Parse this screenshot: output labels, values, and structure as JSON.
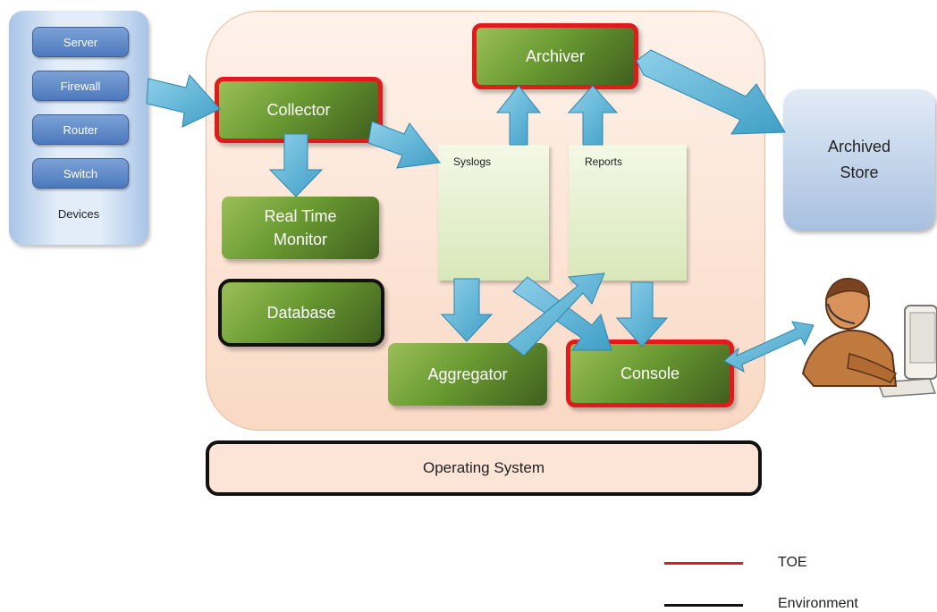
{
  "devices": {
    "items": [
      "Server",
      "Firewall",
      "Router",
      "Switch"
    ],
    "label": "Devices"
  },
  "components": {
    "collector": "Collector",
    "archiver": "Archiver",
    "realtime_line1": "Real Time",
    "realtime_line2": "Monitor",
    "database": "Database",
    "aggregator": "Aggregator",
    "console": "Console"
  },
  "documents": {
    "syslogs": "Syslogs",
    "reports": "Reports"
  },
  "archived_store": {
    "line1": "Archived",
    "line2": "Store"
  },
  "operating_system": "Operating System",
  "legend": {
    "toe": "TOE",
    "environment": "Environment"
  },
  "colors": {
    "toe": "#e11b1b",
    "environment": "#111111",
    "arrow": "#5ab4d6"
  }
}
